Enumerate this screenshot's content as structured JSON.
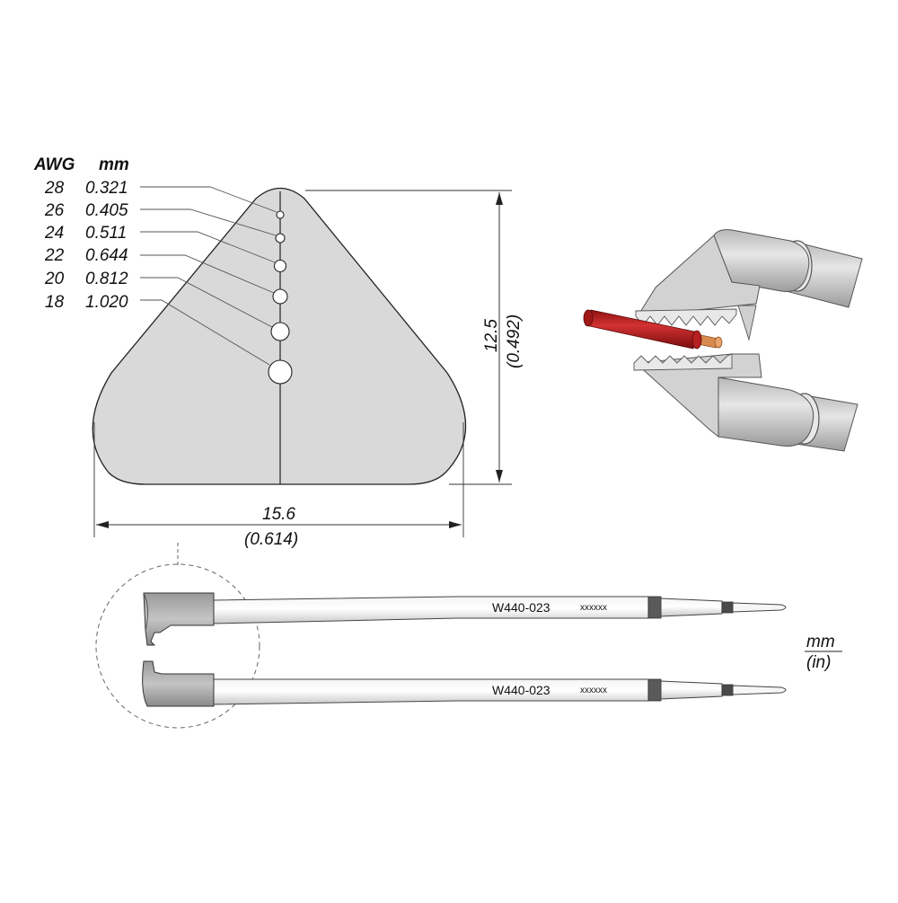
{
  "awg_table": {
    "header_awg": "AWG",
    "header_mm": "mm",
    "rows": [
      {
        "awg": "28",
        "mm": "0.321"
      },
      {
        "awg": "26",
        "mm": "0.405"
      },
      {
        "awg": "24",
        "mm": "0.511"
      },
      {
        "awg": "22",
        "mm": "0.644"
      },
      {
        "awg": "20",
        "mm": "0.812"
      },
      {
        "awg": "18",
        "mm": "1.020"
      }
    ]
  },
  "dimensions": {
    "height_mm": "12.5",
    "height_in": "(0.492)",
    "width_mm": "15.6",
    "width_in": "(0.614)"
  },
  "tips": {
    "upper": {
      "part_no": "W440-023",
      "suffix": "xxxxxx"
    },
    "lower": {
      "part_no": "W440-023",
      "suffix": "xxxxxx"
    }
  },
  "units": {
    "line1": "mm",
    "line2": "(in)"
  },
  "colors": {
    "blade": "#d9d9d9",
    "outline": "#222222",
    "wire_insulation": "#b81c1c",
    "wire_core": "#d98a4e"
  }
}
